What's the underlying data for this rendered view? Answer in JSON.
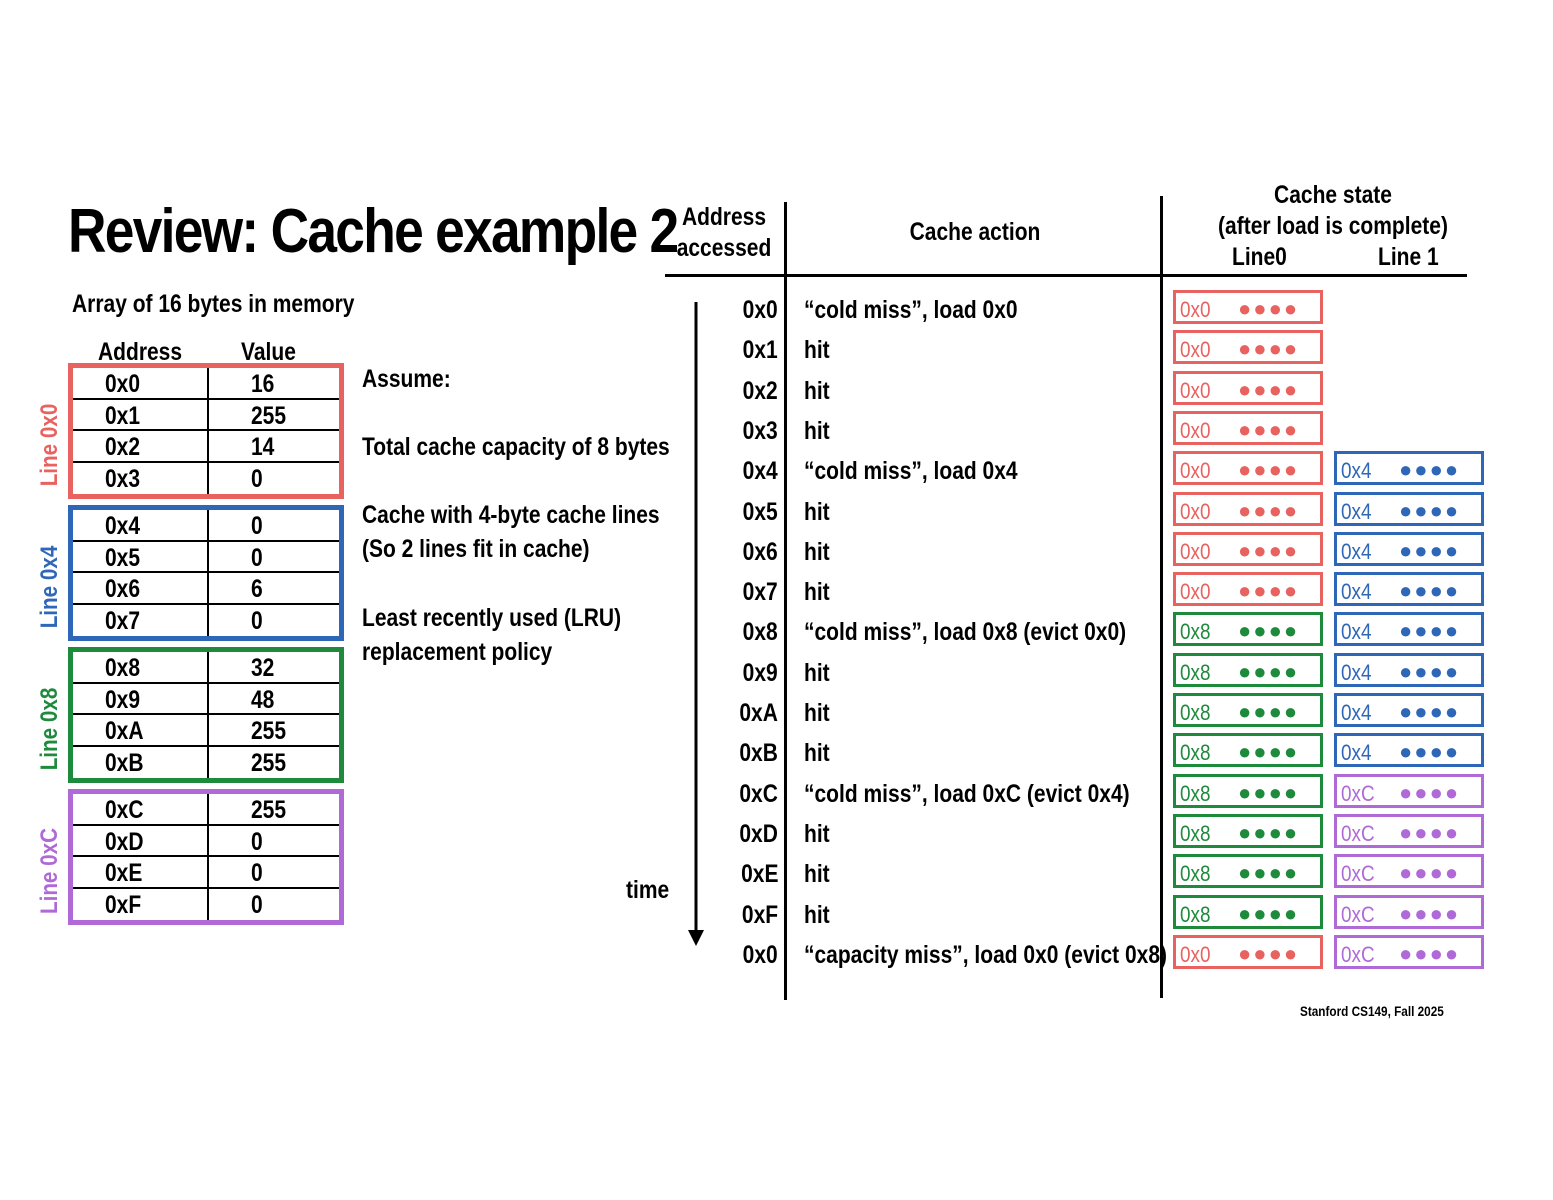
{
  "title": "Review: Cache example 2",
  "array_caption": "Array of 16 bytes in memory",
  "memory_headers": {
    "address": "Address",
    "value": "Value"
  },
  "memory_lines": [
    {
      "label": "Line 0x0",
      "color": "#e8625f",
      "rows": [
        {
          "addr": "0x0",
          "value": "16"
        },
        {
          "addr": "0x1",
          "value": "255"
        },
        {
          "addr": "0x2",
          "value": "14"
        },
        {
          "addr": "0x3",
          "value": "0"
        }
      ]
    },
    {
      "label": "Line 0x4",
      "color": "#2f67b8",
      "rows": [
        {
          "addr": "0x4",
          "value": "0"
        },
        {
          "addr": "0x5",
          "value": "0"
        },
        {
          "addr": "0x6",
          "value": "6"
        },
        {
          "addr": "0x7",
          "value": "0"
        }
      ]
    },
    {
      "label": "Line 0x8",
      "color": "#1e8a3c",
      "rows": [
        {
          "addr": "0x8",
          "value": "32"
        },
        {
          "addr": "0x9",
          "value": "48"
        },
        {
          "addr": "0xA",
          "value": "255"
        },
        {
          "addr": "0xB",
          "value": "255"
        }
      ]
    },
    {
      "label": "Line 0xC",
      "color": "#b06ad8",
      "rows": [
        {
          "addr": "0xC",
          "value": "255"
        },
        {
          "addr": "0xD",
          "value": "0"
        },
        {
          "addr": "0xE",
          "value": "0"
        },
        {
          "addr": "0xF",
          "value": "0"
        }
      ]
    }
  ],
  "assumptions": {
    "heading": "Assume:",
    "capacity": "Total cache capacity of 8 bytes",
    "lines_1": "Cache with 4-byte cache lines",
    "lines_2": "(So 2 lines fit in cache)",
    "policy_1": "Least recently used (LRU)",
    "policy_2": "replacement policy"
  },
  "table_headers": {
    "address_1": "Address",
    "address_2": "accessed",
    "action": "Cache action",
    "state_1": "Cache state",
    "state_2": "(after load is complete)",
    "line0": "Line0",
    "line1": "Line 1"
  },
  "time_label": "time",
  "dots": "●●●●",
  "line_colors": {
    "0x0": "#e8625f",
    "0x4": "#2f67b8",
    "0x8": "#1e8a3c",
    "0xC": "#b06ad8"
  },
  "accesses": [
    {
      "addr": "0x0",
      "action": "“cold miss”, load 0x0",
      "line0": "0x0",
      "line1": null
    },
    {
      "addr": "0x1",
      "action": "hit",
      "line0": "0x0",
      "line1": null
    },
    {
      "addr": "0x2",
      "action": "hit",
      "line0": "0x0",
      "line1": null
    },
    {
      "addr": "0x3",
      "action": "hit",
      "line0": "0x0",
      "line1": null
    },
    {
      "addr": "0x4",
      "action": "“cold miss”, load 0x4",
      "line0": "0x0",
      "line1": "0x4"
    },
    {
      "addr": "0x5",
      "action": "hit",
      "line0": "0x0",
      "line1": "0x4"
    },
    {
      "addr": "0x6",
      "action": "hit",
      "line0": "0x0",
      "line1": "0x4"
    },
    {
      "addr": "0x7",
      "action": "hit",
      "line0": "0x0",
      "line1": "0x4"
    },
    {
      "addr": "0x8",
      "action": "“cold miss”, load 0x8 (evict 0x0)",
      "line0": "0x8",
      "line1": "0x4"
    },
    {
      "addr": "0x9",
      "action": "hit",
      "line0": "0x8",
      "line1": "0x4"
    },
    {
      "addr": "0xA",
      "action": "hit",
      "line0": "0x8",
      "line1": "0x4"
    },
    {
      "addr": "0xB",
      "action": "hit",
      "line0": "0x8",
      "line1": "0x4"
    },
    {
      "addr": "0xC",
      "action": "“cold miss”, load 0xC (evict 0x4)",
      "line0": "0x8",
      "line1": "0xC"
    },
    {
      "addr": "0xD",
      "action": "hit",
      "line0": "0x8",
      "line1": "0xC"
    },
    {
      "addr": "0xE",
      "action": "hit",
      "line0": "0x8",
      "line1": "0xC"
    },
    {
      "addr": "0xF",
      "action": "hit",
      "line0": "0x8",
      "line1": "0xC"
    },
    {
      "addr": "0x0",
      "action": "“capacity miss”, load 0x0 (evict 0x8)",
      "line0": "0x0",
      "line1": "0xC"
    }
  ],
  "footer": "Stanford CS149, Fall 2025"
}
